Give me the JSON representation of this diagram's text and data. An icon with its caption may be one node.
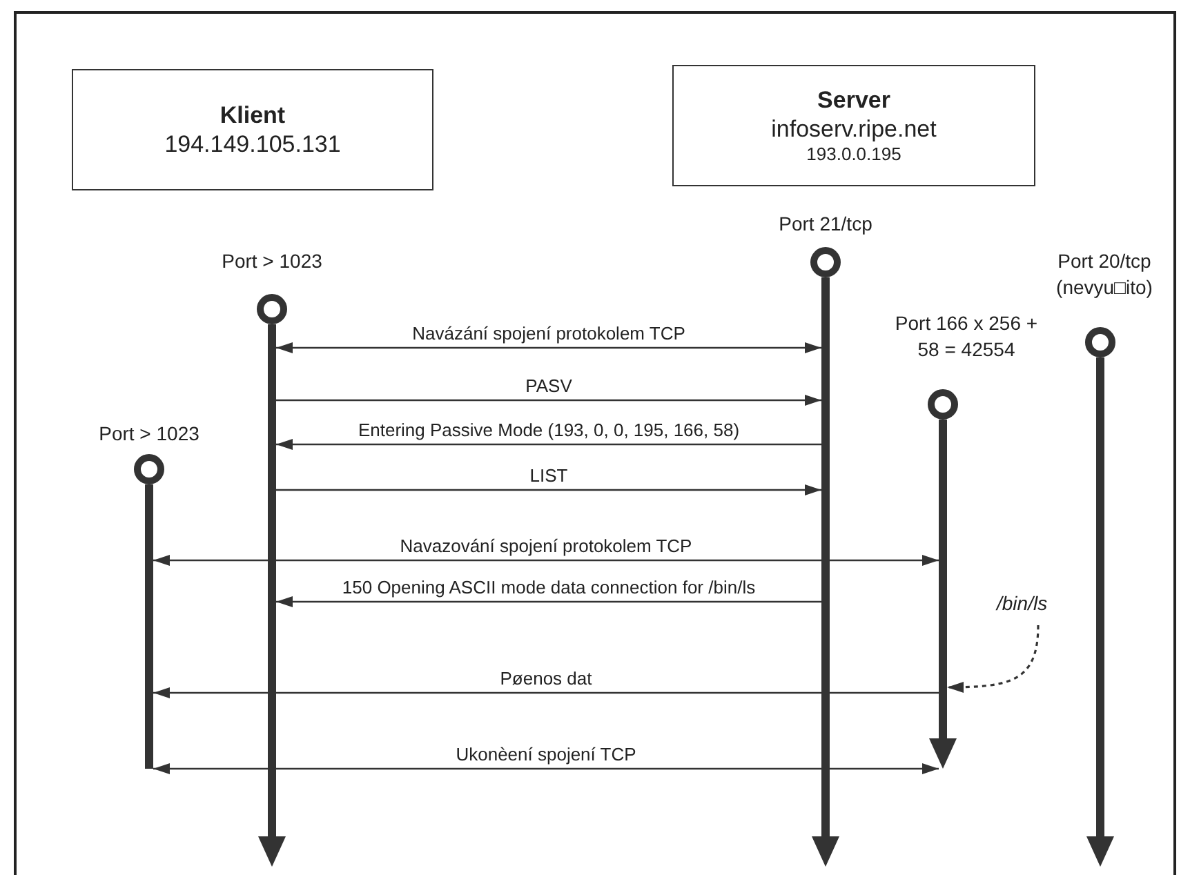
{
  "diagram": {
    "nodes": [
      {
        "text": [
          "Klient",
          "194.149.105.131"
        ]
      },
      {
        "text": [
          "Server",
          "infoserv.ripe.net",
          "193.0.0.195"
        ]
      },
      {
        "text": [],
        "shape": "bar",
        "beside": [
          "Port > 1023"
        ]
      },
      {
        "text": [],
        "shape": "bar",
        "beside": [
          "Port > 1023"
        ]
      },
      {
        "text": [],
        "shape": "bar",
        "beside": [
          "Port 21/tcp"
        ]
      },
      {
        "text": [],
        "shape": "bar",
        "beside": [
          "Port 166 x 256 + 58 = 42554"
        ]
      },
      {
        "text": [],
        "shape": "bar",
        "beside": [
          "Port 20/tcp (nevyu□ito)"
        ]
      },
      {
        "text": [
          "/bin/ls"
        ]
      }
    ],
    "edges": [
      {
        "from": 3,
        "to": 4,
        "arrow": "both",
        "label": "Navázání spojení protokolem TCP"
      },
      {
        "from": 3,
        "to": 4,
        "arrow": "to",
        "label": "PASV"
      },
      {
        "from": 4,
        "to": 3,
        "arrow": "to",
        "label": "Entering Passive Mode (193, 0, 0, 195, 166, 58)"
      },
      {
        "from": 3,
        "to": 4,
        "arrow": "to",
        "label": "LIST"
      },
      {
        "from": 2,
        "to": 5,
        "arrow": "both",
        "label": "Navazování spojení protokolem TCP"
      },
      {
        "from": 4,
        "to": 3,
        "arrow": "to",
        "label": "150 Opening ASCII mode data connection for /bin/ls"
      },
      {
        "from": 5,
        "to": 2,
        "arrow": "to",
        "label": "Pøenos dat"
      },
      {
        "from": 2,
        "to": 5,
        "arrow": "both",
        "label": "Ukonèení spojení TCP"
      },
      {
        "from": 7,
        "to": 5,
        "arrow": "to",
        "style": "dashed"
      }
    ]
  }
}
